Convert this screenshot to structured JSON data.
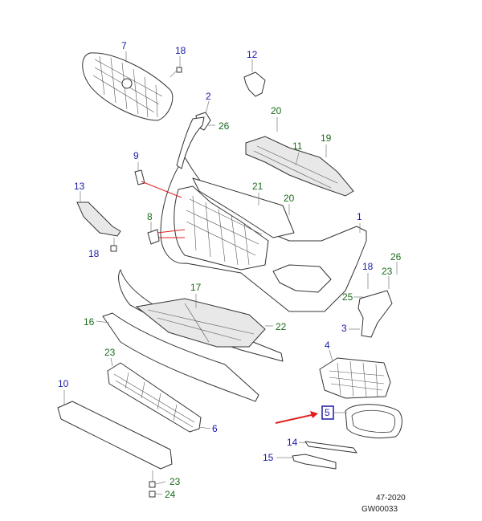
{
  "colors": {
    "blue": "#1a1aa6",
    "green": "#1b6b1b",
    "red": "#e02020"
  },
  "callouts": [
    {
      "id": "c7",
      "text": "7",
      "color": "blue"
    },
    {
      "id": "c18a",
      "text": "18",
      "color": "blue"
    },
    {
      "id": "c12",
      "text": "12",
      "color": "blue"
    },
    {
      "id": "c2",
      "text": "2",
      "color": "blue"
    },
    {
      "id": "c26a",
      "text": "26",
      "color": "green"
    },
    {
      "id": "c20a",
      "text": "20",
      "color": "green"
    },
    {
      "id": "c11",
      "text": "11",
      "color": "green"
    },
    {
      "id": "c19",
      "text": "19",
      "color": "green"
    },
    {
      "id": "c9",
      "text": "9",
      "color": "blue"
    },
    {
      "id": "c13",
      "text": "13",
      "color": "blue"
    },
    {
      "id": "c21",
      "text": "21",
      "color": "green"
    },
    {
      "id": "c20b",
      "text": "20",
      "color": "green"
    },
    {
      "id": "c1",
      "text": "1",
      "color": "blue"
    },
    {
      "id": "c8",
      "text": "8",
      "color": "green"
    },
    {
      "id": "c18b",
      "text": "18",
      "color": "blue"
    },
    {
      "id": "c26b",
      "text": "26",
      "color": "green"
    },
    {
      "id": "c18c",
      "text": "18",
      "color": "blue"
    },
    {
      "id": "c23a",
      "text": "23",
      "color": "green"
    },
    {
      "id": "c17",
      "text": "17",
      "color": "green"
    },
    {
      "id": "c25",
      "text": "25",
      "color": "green"
    },
    {
      "id": "c16",
      "text": "16",
      "color": "green"
    },
    {
      "id": "c22",
      "text": "22",
      "color": "green"
    },
    {
      "id": "c3",
      "text": "3",
      "color": "blue"
    },
    {
      "id": "c4",
      "text": "4",
      "color": "blue"
    },
    {
      "id": "c23b",
      "text": "23",
      "color": "green"
    },
    {
      "id": "c10",
      "text": "10",
      "color": "blue"
    },
    {
      "id": "c5",
      "text": "5",
      "color": "blue"
    },
    {
      "id": "c6",
      "text": "6",
      "color": "blue"
    },
    {
      "id": "c14",
      "text": "14",
      "color": "blue"
    },
    {
      "id": "c15",
      "text": "15",
      "color": "blue"
    },
    {
      "id": "c23c",
      "text": "23",
      "color": "green"
    },
    {
      "id": "c24",
      "text": "24",
      "color": "green"
    }
  ],
  "highlight": {
    "callout": "5",
    "arrow": "red-arrow"
  },
  "footer": {
    "date": "47-2020",
    "code": "GW00033"
  }
}
